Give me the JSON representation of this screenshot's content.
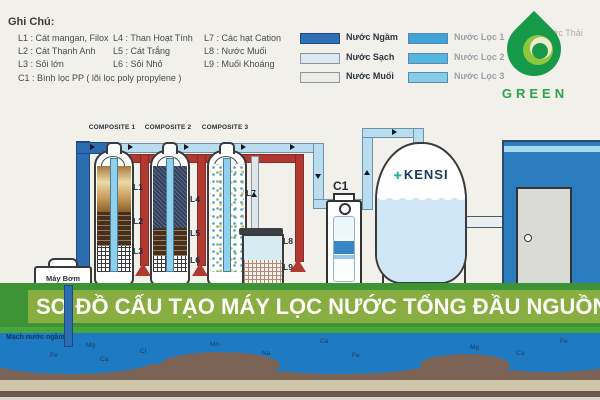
{
  "legend": {
    "title": "Ghi Chú:",
    "col1": [
      "L1 : Cát mangan, Filox",
      "L2 : Cát Thạnh Anh",
      "L3 : Sỏi lớn"
    ],
    "col2": [
      "L4 : Than Hoạt Tính",
      "L5 : Cát Trắng",
      "L6 : Sỏi Nhỏ"
    ],
    "col3": [
      "L7 : Các hạt Cation",
      "L8 : Nước Muối",
      "L9 : Muối Khoáng"
    ],
    "c1_note": "C1 : Bình lọc PP ( lõi lọc poly propylene )"
  },
  "color_legend": {
    "col_a": [
      {
        "label": "Nước Ngầm",
        "color": "#2f6fb4"
      },
      {
        "label": "Nước Sạch",
        "color": "#dde9f2"
      },
      {
        "label": "Nước Muối",
        "color": "#edece6"
      }
    ],
    "col_b": [
      {
        "label": "Nước Lọc 1",
        "color": "#3fa3d9"
      },
      {
        "label": "Nước Lọc 2",
        "color": "#55b5e2"
      },
      {
        "label": "Nước Lọc 3",
        "color": "#86cdec"
      }
    ],
    "hidden_label": "Nước Thải"
  },
  "logo": {
    "text": "GREEN"
  },
  "diagram": {
    "composites": [
      "COMPOSITE 1",
      "COMPOSITE 2",
      "COMPOSITE 3"
    ],
    "part_labels": [
      "L1",
      "L2",
      "L3",
      "L4",
      "L5",
      "L6",
      "L7",
      "L8",
      "L9"
    ],
    "c1_label": "C1",
    "kensi_label": "KENSI",
    "pump_label": "Máy Bơm"
  },
  "banner": {
    "title": "SƠ ĐỒ CẤU TẠO MÁY LỌC NƯỚC TỔNG ĐẦU NGUỒN"
  },
  "ground": {
    "water_label": "Mạch nước ngầm",
    "minerals": [
      "Fe",
      "Ca",
      "Mg",
      "Cl",
      "Mn",
      "Na",
      "Ca",
      "Fe",
      "Mg",
      "Ca",
      "Fe"
    ]
  },
  "colors": {
    "background": "#f2f0ea",
    "pipe_ground_water": "#2e6cb2",
    "pipe_filtered_water": "#b9ddef",
    "pipe_waste_water": "#b03a31",
    "banner_dark_green": "#3e9435",
    "banner_light_green": "#88ad41",
    "underground_water_blue": "#1f7ac4",
    "logo_green": "#169a4a"
  }
}
